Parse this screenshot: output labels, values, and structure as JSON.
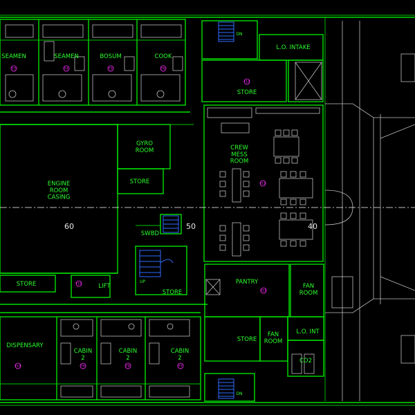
{
  "colors": {
    "background": "#000000",
    "walls": "#00e000",
    "room_labels": "#2cff2c",
    "furniture": "#bfbfbf",
    "stairs": "#2f6cff",
    "markers": "#ff2cff",
    "door_marks": "#ff3030",
    "centerline": "#ffffff"
  },
  "rooms": {
    "seamen_1": "SEAMEN",
    "seamen_2": "SEAMEN",
    "bosum": "BOSUM",
    "cook": "COOK",
    "store_f13": "STORE",
    "lo_intake": "L.O. INTAKE",
    "gyro": "GYRO\nROOM",
    "crew_mess": "CREW\nMESS\nROOM",
    "engine_casing": "ENGINE\nROOM\nCASING",
    "store_mid": "STORE",
    "swbd": "SWBD",
    "store_left": "STORE",
    "lift": "LIFT",
    "store_low": "STORE",
    "pantry": "PANTRY",
    "fan_room_1": "FAN\nROOM",
    "store_bottom": "STORE",
    "fan_room_2": "FAN\nROOM",
    "lo_int": "L.O. INT",
    "co2": "CO2",
    "dispensary": "DISPENSARY",
    "cabin_a": "CABIN\n2",
    "cabin_b": "CABIN\n2",
    "cabin_c": "CABIN\n2"
  },
  "frames": {
    "f60": "60",
    "f50": "50",
    "f40": "40"
  },
  "tags": {
    "dn_top": "DN",
    "dn_bottom": "DN",
    "up": "UP"
  },
  "markers": {
    "seamen_1": "F3",
    "seamen_2": "F4",
    "bosum": "F5",
    "cook": "F6",
    "store_f13": "F13",
    "crew_mess": "F12",
    "lift": "F15",
    "pantry": "F11",
    "dispensary": "F14",
    "cabin_a": "F9",
    "cabin_b": "F8",
    "cabin_c": "F7"
  }
}
